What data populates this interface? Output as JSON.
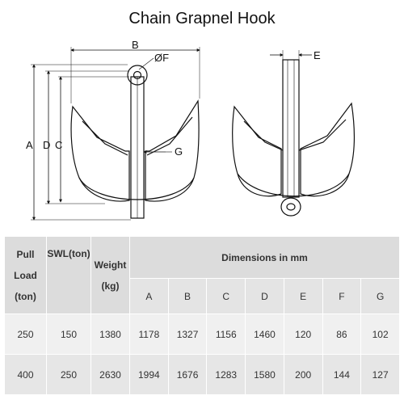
{
  "title": "Chain Grapnel Hook",
  "dimension_labels": {
    "a": "A",
    "b": "B",
    "c": "C",
    "d": "D",
    "e": "E",
    "f": "ØF",
    "g": "G"
  },
  "table": {
    "col_headers": {
      "pull_load_line1": "Pull Load",
      "pull_load_line2": "(ton)",
      "swl": "SWL(ton)",
      "weight_line1": "Weight",
      "weight_line2": "(kg)",
      "dimensions": "Dimensions in mm"
    },
    "dim_columns": [
      "A",
      "B",
      "C",
      "D",
      "E",
      "F",
      "G"
    ],
    "rows": [
      [
        "250",
        "150",
        "1380",
        "1178",
        "1327",
        "1156",
        "1460",
        "120",
        "86",
        "102"
      ],
      [
        "400",
        "250",
        "2630",
        "1994",
        "1676",
        "1283",
        "1580",
        "200",
        "144",
        "127"
      ]
    ]
  }
}
